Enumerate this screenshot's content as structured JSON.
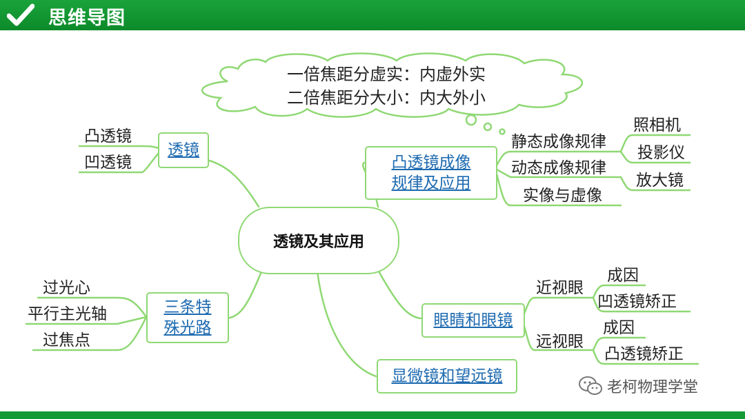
{
  "header": {
    "title": "思维导图"
  },
  "cloud": {
    "line1": "一倍焦距分虚实：内虚外实",
    "line2": "二倍焦距分大小：内大外小"
  },
  "center": {
    "label": "透镜及其应用"
  },
  "branches": {
    "lens": {
      "label": "透镜",
      "children": [
        "凸透镜",
        "凹透镜"
      ]
    },
    "imaging": {
      "line1": "凸透镜成像",
      "line2": "规律及应用",
      "static": "静态成像规律",
      "dynamic": "动态成像规律",
      "realvirtual": "实像与虚像",
      "devices": [
        "照相机",
        "投影仪",
        "放大镜"
      ]
    },
    "rays": {
      "line1": "三条特",
      "line2": "殊光路",
      "children": [
        "过光心",
        "平行主光轴",
        "过焦点"
      ]
    },
    "eyes": {
      "label": "眼睛和眼镜",
      "near": {
        "label": "近视眼",
        "cause": "成因",
        "fix": "凹透镜矫正"
      },
      "far": {
        "label": "远视眼",
        "cause": "成因",
        "fix": "凸透镜矫正"
      }
    },
    "scope": {
      "label": "显微镜和望远镜"
    }
  },
  "watermark": {
    "text": "老柯物理学堂"
  },
  "colors": {
    "header": "#149a35",
    "line": "#8fd873",
    "link": "#1d6ab0"
  }
}
